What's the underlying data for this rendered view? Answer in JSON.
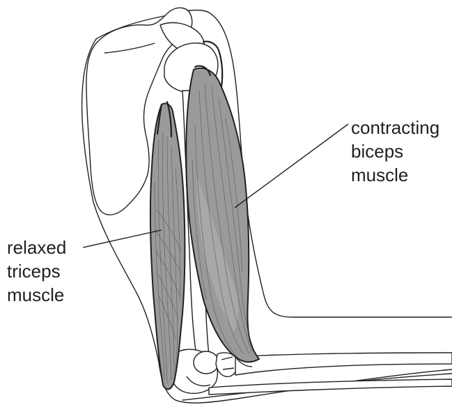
{
  "labels": {
    "biceps": {
      "line1": "contracting",
      "line2": "biceps",
      "line3": "muscle"
    },
    "triceps": {
      "line1": "relaxed",
      "line2": "triceps",
      "line3": "muscle"
    }
  },
  "colors": {
    "outline": "#231f20",
    "muscle_fill": "#9a9a9a",
    "muscle_fill_light": "#b4b4b4",
    "bone_fill": "#ffffff",
    "background": "#ffffff"
  }
}
